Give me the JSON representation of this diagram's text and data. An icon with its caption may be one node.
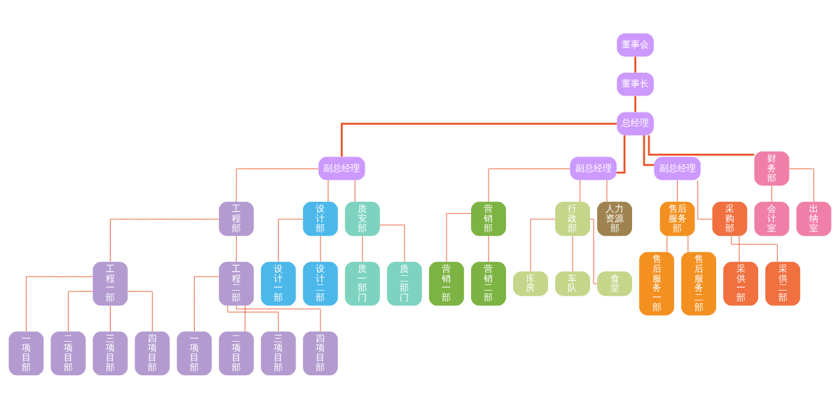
{
  "diagram": {
    "nodes": [
      {
        "text": [
          "董事会"
        ]
      },
      {
        "text": [
          "董事长"
        ]
      },
      {
        "text": [
          "总经理"
        ]
      },
      {
        "text": [
          "副总经理"
        ]
      },
      {
        "text": [
          "副总经理"
        ]
      },
      {
        "text": [
          "副总经理"
        ]
      },
      {
        "text": [
          "财务部"
        ]
      },
      {
        "text": [
          "工程部"
        ]
      },
      {
        "text": [
          "设计部"
        ]
      },
      {
        "text": [
          "质安部"
        ]
      },
      {
        "text": [
          "营销部"
        ]
      },
      {
        "text": [
          "行政部"
        ]
      },
      {
        "text": [
          "人力资源部"
        ]
      },
      {
        "text": [
          "售后服务部"
        ]
      },
      {
        "text": [
          "采购部"
        ]
      },
      {
        "text": [
          "会计室"
        ]
      },
      {
        "text": [
          "出纳室"
        ]
      },
      {
        "text": [
          "工程一部"
        ]
      },
      {
        "text": [
          "工程二部"
        ]
      },
      {
        "text": [
          "设计一部"
        ]
      },
      {
        "text": [
          "设计二部"
        ]
      },
      {
        "text": [
          "质一部门"
        ]
      },
      {
        "text": [
          "质二部门"
        ]
      },
      {
        "text": [
          "营销一部"
        ]
      },
      {
        "text": [
          "营销二部"
        ]
      },
      {
        "text": [
          "库房"
        ]
      },
      {
        "text": [
          "车队"
        ]
      },
      {
        "text": [
          "食堂"
        ]
      },
      {
        "text": [
          "售后服务一部"
        ]
      },
      {
        "text": [
          "售后服务二部"
        ]
      },
      {
        "text": [
          "采供一部"
        ]
      },
      {
        "text": [
          "采供二部"
        ]
      },
      {
        "text": [
          "一项目部"
        ]
      },
      {
        "text": [
          "二项目部"
        ]
      },
      {
        "text": [
          "三项目部"
        ]
      },
      {
        "text": [
          "四项目部"
        ]
      },
      {
        "text": [
          "一项目部"
        ]
      },
      {
        "text": [
          "二项目部"
        ]
      },
      {
        "text": [
          "三项目部"
        ]
      },
      {
        "text": [
          "四项目部"
        ]
      }
    ],
    "edges": [
      {
        "from": 0,
        "to": 1,
        "arrow": "none",
        "style": "thick"
      },
      {
        "from": 1,
        "to": 2,
        "arrow": "none",
        "style": "thick"
      },
      {
        "from": 2,
        "to": 3,
        "arrow": "none",
        "style": "thick"
      },
      {
        "from": 2,
        "to": 4,
        "arrow": "none",
        "style": "thick"
      },
      {
        "from": 2,
        "to": 5,
        "arrow": "none",
        "style": "thick"
      },
      {
        "from": 2,
        "to": 6,
        "arrow": "none",
        "style": "thick"
      },
      {
        "from": 3,
        "to": 7,
        "arrow": "none"
      },
      {
        "from": 3,
        "to": 8,
        "arrow": "none"
      },
      {
        "from": 3,
        "to": 9,
        "arrow": "none"
      },
      {
        "from": 4,
        "to": 10,
        "arrow": "none"
      },
      {
        "from": 4,
        "to": 11,
        "arrow": "none"
      },
      {
        "from": 4,
        "to": 12,
        "arrow": "none"
      },
      {
        "from": 5,
        "to": 13,
        "arrow": "none"
      },
      {
        "from": 5,
        "to": 14,
        "arrow": "none"
      },
      {
        "from": 6,
        "to": 15,
        "arrow": "none"
      },
      {
        "from": 6,
        "to": 16,
        "arrow": "none"
      },
      {
        "from": 7,
        "to": 17,
        "arrow": "none"
      },
      {
        "from": 7,
        "to": 18,
        "arrow": "none"
      },
      {
        "from": 8,
        "to": 19,
        "arrow": "none"
      },
      {
        "from": 8,
        "to": 20,
        "arrow": "none"
      },
      {
        "from": 9,
        "to": 21,
        "arrow": "none"
      },
      {
        "from": 9,
        "to": 22,
        "arrow": "none"
      },
      {
        "from": 10,
        "to": 23,
        "arrow": "none"
      },
      {
        "from": 10,
        "to": 24,
        "arrow": "none"
      },
      {
        "from": 11,
        "to": 25,
        "arrow": "none"
      },
      {
        "from": 11,
        "to": 26,
        "arrow": "none"
      },
      {
        "from": 11,
        "to": 27,
        "arrow": "none"
      },
      {
        "from": 13,
        "to": 28,
        "arrow": "none"
      },
      {
        "from": 13,
        "to": 29,
        "arrow": "none"
      },
      {
        "from": 14,
        "to": 30,
        "arrow": "none"
      },
      {
        "from": 14,
        "to": 31,
        "arrow": "none"
      },
      {
        "from": 17,
        "to": 32,
        "arrow": "none"
      },
      {
        "from": 17,
        "to": 33,
        "arrow": "none"
      },
      {
        "from": 17,
        "to": 34,
        "arrow": "none"
      },
      {
        "from": 17,
        "to": 35,
        "arrow": "none"
      },
      {
        "from": 18,
        "to": 36,
        "arrow": "none"
      },
      {
        "from": 18,
        "to": 37,
        "arrow": "none"
      },
      {
        "from": 18,
        "to": 38,
        "arrow": "none"
      },
      {
        "from": 18,
        "to": 39,
        "arrow": "none"
      }
    ]
  }
}
